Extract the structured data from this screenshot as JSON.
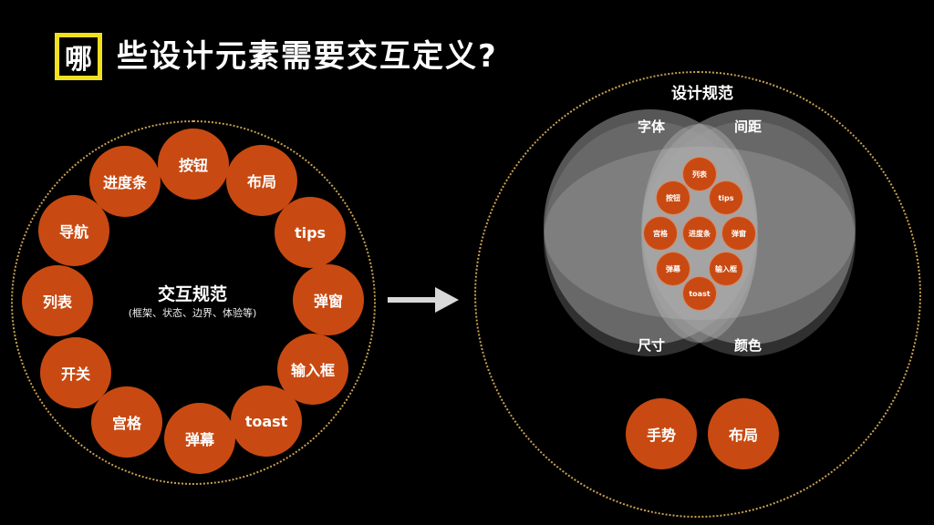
{
  "title": {
    "highlight": "哪",
    "rest": "些设计元素需要交互定义?"
  },
  "left": {
    "center_title": "交互规范",
    "center_subtitle": "(框架、状态、边界、体验等)",
    "items": [
      "按钮",
      "布局",
      "tips",
      "弹窗",
      "输入框",
      "toast",
      "弹幕",
      "宫格",
      "开关",
      "列表",
      "导航",
      "进度条"
    ]
  },
  "right": {
    "title": "设计规范",
    "venn_labels": {
      "top_left": "字体",
      "top_right": "间距",
      "bottom_left": "尺寸",
      "bottom_right": "颜色"
    },
    "inner_items": [
      "列表",
      "按钮",
      "tips",
      "宫格",
      "进度条",
      "弹窗",
      "弹幕",
      "输入框",
      "toast"
    ],
    "bottom_items": [
      "手势",
      "布局"
    ]
  },
  "colors": {
    "accent": "#c84a12",
    "title_box": "#f0e020",
    "ring": "#c8a050"
  }
}
